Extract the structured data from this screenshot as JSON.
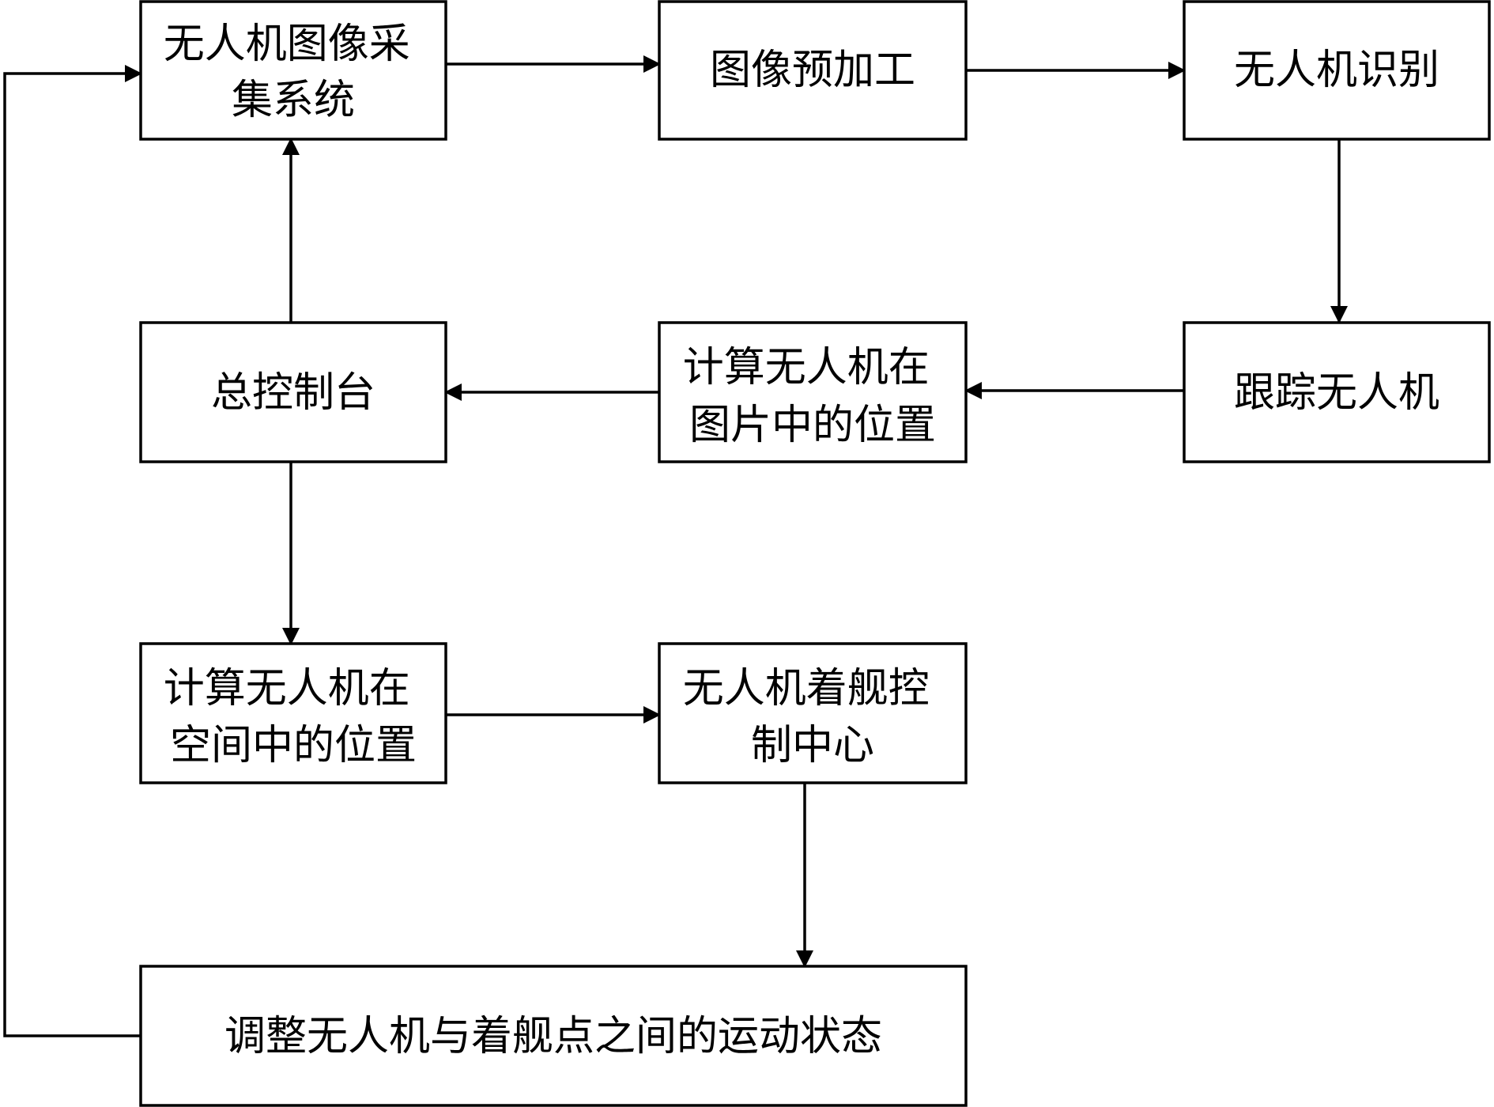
{
  "nodes": {
    "capture": {
      "lines": [
        "无人机图像采",
        "集系统"
      ]
    },
    "preprocess": {
      "lines": [
        "图像预加工"
      ]
    },
    "recognize": {
      "lines": [
        "无人机识别"
      ]
    },
    "console": {
      "lines": [
        "总控制台"
      ]
    },
    "calc_image": {
      "lines": [
        "计算无人机在",
        "图片中的位置"
      ]
    },
    "track": {
      "lines": [
        "跟踪无人机"
      ]
    },
    "calc_space": {
      "lines": [
        "计算无人机在",
        "空间中的位置"
      ]
    },
    "landing_ctrl": {
      "lines": [
        "无人机着舰控",
        "制中心"
      ]
    },
    "adjust": {
      "lines": [
        "调整无人机与着舰点之间的运动状态"
      ]
    }
  },
  "edges": [
    {
      "from": "capture",
      "to": "preprocess"
    },
    {
      "from": "preprocess",
      "to": "recognize"
    },
    {
      "from": "recognize",
      "to": "track"
    },
    {
      "from": "track",
      "to": "calc_image"
    },
    {
      "from": "calc_image",
      "to": "console"
    },
    {
      "from": "console",
      "to": "capture"
    },
    {
      "from": "console",
      "to": "calc_space"
    },
    {
      "from": "calc_space",
      "to": "landing_ctrl"
    },
    {
      "from": "landing_ctrl",
      "to": "adjust"
    },
    {
      "from": "adjust",
      "to": "capture"
    }
  ]
}
